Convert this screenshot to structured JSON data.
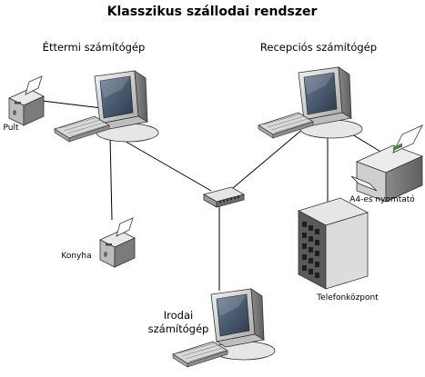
{
  "title": "Klasszikus szállodai rendszer",
  "nodes": {
    "restaurant_pc": "Éttermi számítógép",
    "reception_pc": "Recepciós számítógép",
    "office_pc_line1": "Irodai",
    "office_pc_line2": "számítógép",
    "printer_pult": "Pult",
    "printer_konyha": "Konyha",
    "printer_a4": "A4-es nyomtató",
    "phone_exchange": "Telefonközpont"
  },
  "icons": {
    "monitor": "computer-monitor-icon",
    "keyboard": "keyboard-icon",
    "receipt_printer": "receipt-printer-icon",
    "laser_printer": "laser-printer-icon",
    "switch": "network-switch-icon",
    "pbx": "telephone-exchange-icon"
  }
}
